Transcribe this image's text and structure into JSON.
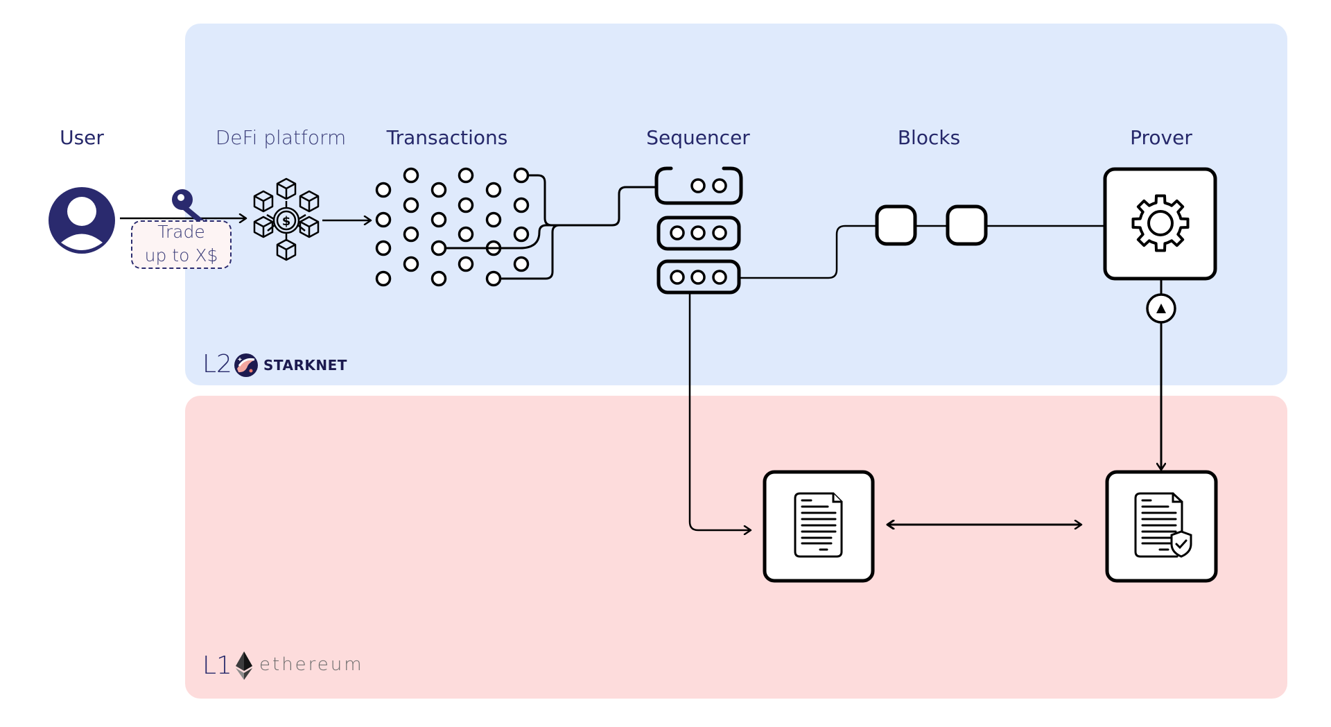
{
  "layers": {
    "l2": {
      "tag": "L2",
      "brand": "STARKNET",
      "color": "#dfeafc"
    },
    "l1": {
      "tag": "L1",
      "brand": "ethereum",
      "color": "#fddcdc"
    }
  },
  "labels": {
    "user": "User",
    "defi": "DeFi platform",
    "transactions": "Transactions",
    "sequencer": "Sequencer",
    "blocks": "Blocks",
    "prover": "Prover"
  },
  "trade_note": {
    "line1": "Trade",
    "line2": "up to X$"
  },
  "icons": {
    "user": "user-avatar-icon",
    "key": "key-icon",
    "defi": "defi-network-icon",
    "prover": "gear-icon",
    "verify": "triangle-up-icon",
    "doc_l1": "document-icon",
    "doc_verified": "verified-document-icon"
  },
  "colors": {
    "accent": "#26286a",
    "stroke": "#000000"
  }
}
